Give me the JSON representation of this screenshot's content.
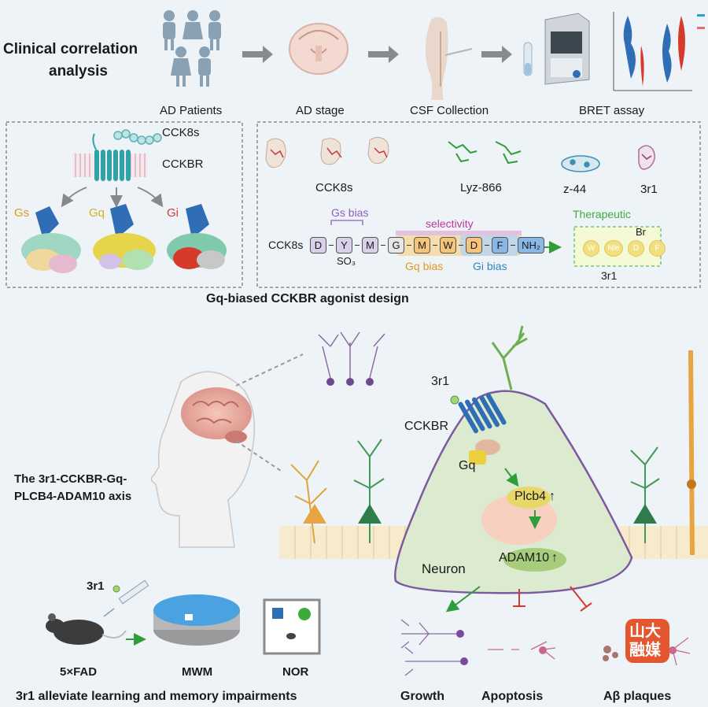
{
  "top": {
    "clinical_title_line1": "Clinical correlation",
    "clinical_title_line2": "analysis",
    "steps": [
      "AD Patients",
      "AD stage",
      "CSF Collection",
      "BRET assay"
    ]
  },
  "receptor_panel": {
    "ligand": "CCK8s",
    "receptor": "CCKBR",
    "gproteins": [
      "Gs",
      "Gq",
      "Gi"
    ]
  },
  "peptide_panel": {
    "structures": [
      "CCK8s",
      "Lyz-866",
      "z-44",
      "3r1"
    ],
    "sequence_label": "CCK8s",
    "residues": [
      "D",
      "Y",
      "M",
      "G",
      "M",
      "W",
      "D",
      "F",
      "NH₂"
    ],
    "so3": "SO₃",
    "gs_bias": "Gs bias",
    "selectivity": "selectivity",
    "gq_bias": "Gq bias",
    "gi_bias": "Gi bias",
    "therapeutic": "Therapeutic",
    "br": "Br",
    "therapeutic_residues": [
      "W",
      "Nle",
      "D",
      "F"
    ],
    "product": "3r1"
  },
  "section_title": "Gq-biased  CCKBR agonist design",
  "axis": {
    "title_line1": "The 3r1-CCKBR-Gq-",
    "title_line2": "PLCB4-ADAM10 axis",
    "ligand": "3r1",
    "receptor": "CCKBR",
    "gprotein": "Gq",
    "plcb4": "Plcb4",
    "adam10": "ADAM10",
    "up_arrow": "↑",
    "neuron": "Neuron"
  },
  "mouse": {
    "drug": "3r1",
    "model": "5×FAD",
    "mwm": "MWM",
    "nor": "NOR",
    "caption": "3r1 alleviate learning and memory impairments"
  },
  "outcomes": [
    "Growth",
    "Apoptosis",
    "Aβ plaques"
  ],
  "watermark": [
    "山",
    "大",
    "融",
    "媒"
  ],
  "colors": {
    "gs": "#e39a1b",
    "gq": "#d4b21a",
    "gi": "#d63a2a",
    "selectivity": "#c0389c",
    "gi_bias": "#2e86c1",
    "therapeutic": "#3cab3c",
    "receptor": "#2ea3a8",
    "gpcr_blue": "#2f6db5",
    "watermark": "#e4572e"
  }
}
